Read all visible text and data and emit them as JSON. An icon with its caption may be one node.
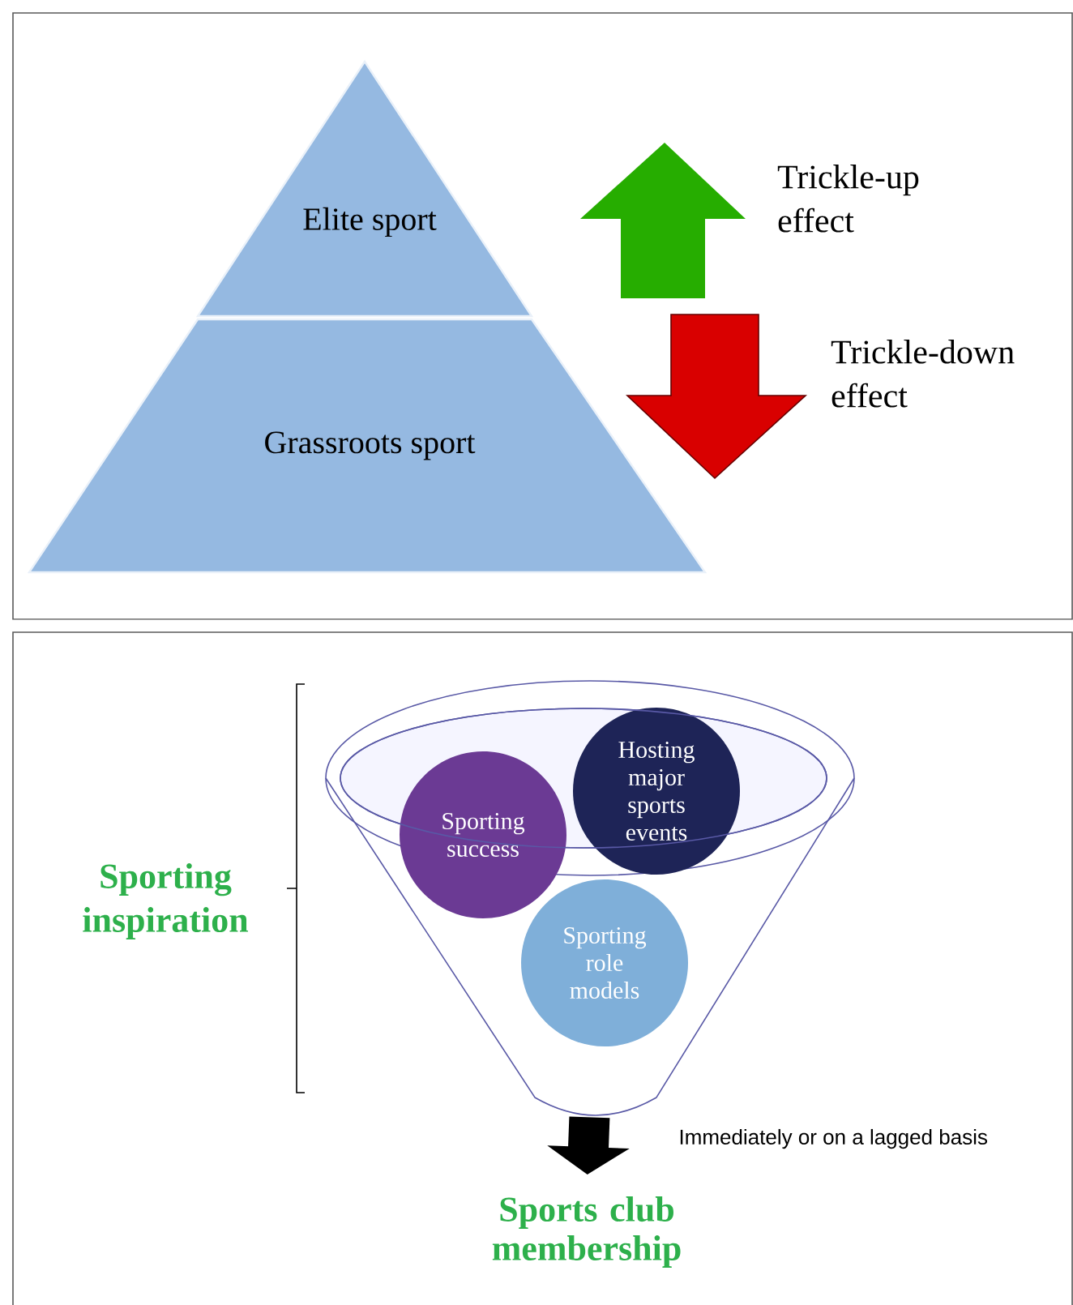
{
  "diagram": {
    "nodes": [
      {
        "text": [
          "Elite sport"
        ]
      },
      {
        "text": [
          "Grassroots sport"
        ]
      },
      {
        "text": [],
        "shape": "funnel"
      },
      {
        "text": [
          "Hosting major sports events"
        ],
        "in": 2
      },
      {
        "text": [
          "Sporting success"
        ],
        "in": 2
      },
      {
        "text": [
          "Sporting role models"
        ],
        "in": 2
      },
      {
        "text": [
          "Sports club membership"
        ]
      }
    ],
    "edges": [
      {
        "from": 2,
        "to": 6,
        "arrow": "to",
        "label": "Immediately or on a lagged basis"
      }
    ],
    "labels": [
      "Trickle-up effect",
      "Trickle-down effect",
      "Sporting inspiration"
    ]
  }
}
